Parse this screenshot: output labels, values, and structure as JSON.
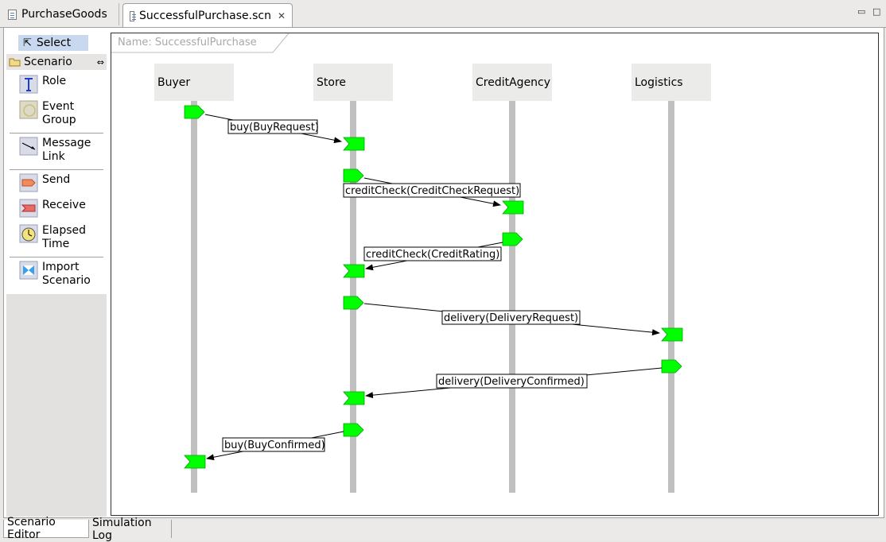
{
  "tabs": [
    {
      "label": "PurchaseGoods",
      "active": false
    },
    {
      "label": "SuccessfulPurchase.scn",
      "active": true
    }
  ],
  "palette": {
    "select_label": "Select",
    "group_label": "Scenario",
    "items": [
      {
        "label": "Role",
        "icon": "role-icon"
      },
      {
        "label": "Event Group",
        "icon": "event-group-icon"
      },
      {
        "label": "Message Link",
        "icon": "message-link-icon"
      },
      {
        "label": "Send",
        "icon": "send-icon"
      },
      {
        "label": "Receive",
        "icon": "receive-icon"
      },
      {
        "label": "Elapsed Time",
        "icon": "elapsed-time-icon"
      },
      {
        "label": "Import Scenario",
        "icon": "import-scenario-icon"
      }
    ]
  },
  "scenario": {
    "name_label": "Name: SuccessfulPurchase",
    "roles": [
      "Buyer",
      "Store",
      "CreditAgency",
      "Logistics"
    ],
    "messages": [
      {
        "from": 0,
        "to": 1,
        "label": "buy(BuyRequest)"
      },
      {
        "from": 1,
        "to": 2,
        "label": "creditCheck(CreditCheckRequest)"
      },
      {
        "from": 2,
        "to": 1,
        "label": "creditCheck(CreditRating)"
      },
      {
        "from": 1,
        "to": 3,
        "label": "delivery(DeliveryRequest)"
      },
      {
        "from": 3,
        "to": 1,
        "label": "delivery(DeliveryConfirmed)"
      },
      {
        "from": 1,
        "to": 0,
        "label": "buy(BuyConfirmed)"
      }
    ]
  },
  "bottom_tabs": [
    {
      "label": "Scenario Editor",
      "active": true
    },
    {
      "label": "Simulation Log",
      "active": false
    }
  ],
  "colors": {
    "event": "#00ff00",
    "lifeline": "#c0c0c0",
    "role_box": "#ebebea"
  }
}
